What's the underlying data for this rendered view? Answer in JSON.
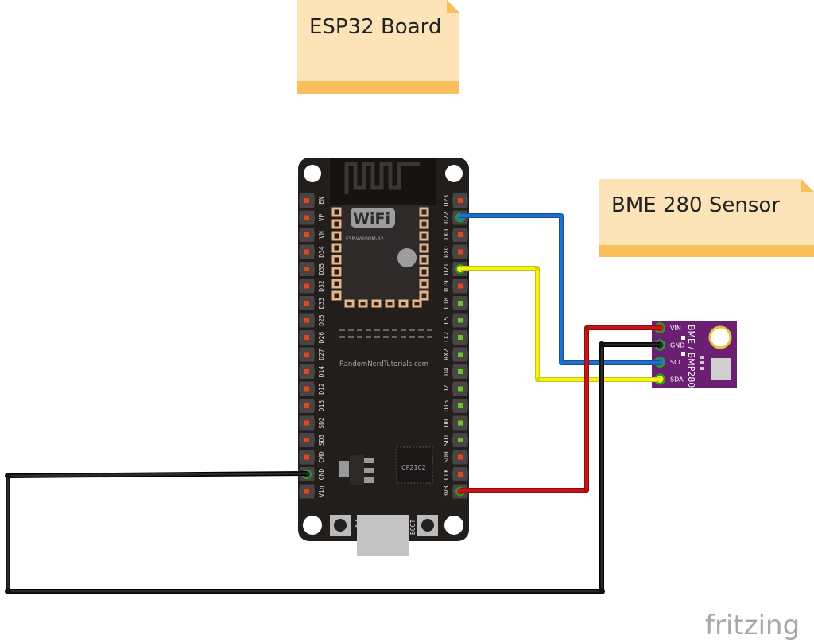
{
  "notes": {
    "esp32": "ESP32 Board",
    "bme280": "BME 280 Sensor"
  },
  "esp32_board": {
    "module_label": "ESP-WROOM-32",
    "wifi_logo": "WiFi",
    "website": "RandomNerdTutorials.com",
    "chip_label": "CP2102",
    "button_en": "EN",
    "button_boot": "BOOT",
    "left_pins": [
      "EN",
      "VP",
      "VN",
      "D34",
      "D35",
      "D32",
      "D33",
      "D25",
      "D26",
      "D27",
      "D14",
      "D12",
      "D13",
      "SD2",
      "SD3",
      "CMD",
      "GND",
      "Vin"
    ],
    "right_pins": [
      "D23",
      "D22",
      "TXO",
      "RXO",
      "D21",
      "D19",
      "D18",
      "D5",
      "TX2",
      "RX2",
      "D4",
      "D2",
      "D15",
      "D0",
      "SD1",
      "SD0",
      "CLK",
      "3V3"
    ]
  },
  "sensor": {
    "title": "BME / BMP280",
    "pins": [
      "VIN",
      "GND",
      "SCL",
      "SDA"
    ]
  },
  "wires": [
    {
      "from": "D22",
      "to": "SCL",
      "color": "#1f6fd1"
    },
    {
      "from": "D21",
      "to": "SDA",
      "color": "#f2ef1a"
    },
    {
      "from": "3V3",
      "to": "VIN",
      "color": "#c81414"
    },
    {
      "from": "GND",
      "to": "GND",
      "color": "#1a1a1a"
    }
  ],
  "logo": "fritzing"
}
